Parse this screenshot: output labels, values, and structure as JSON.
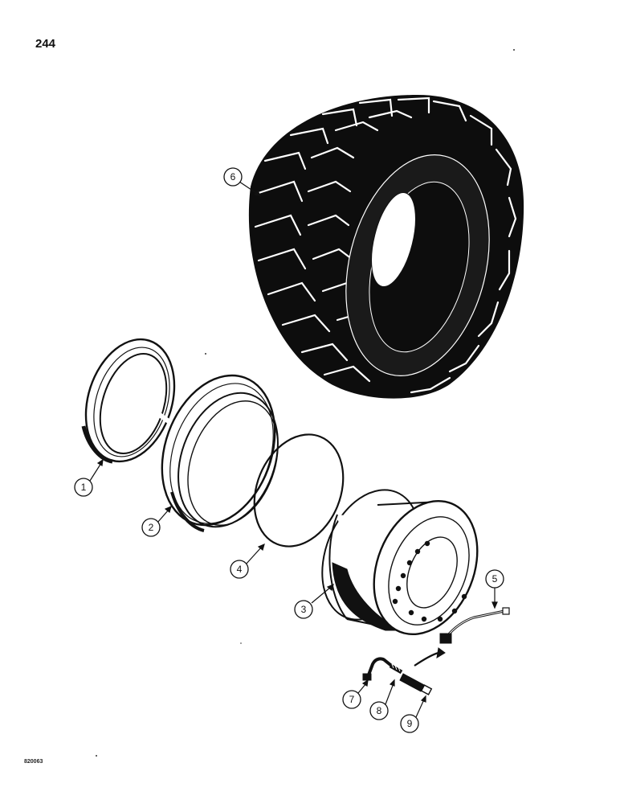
{
  "page": {
    "number": "244",
    "figure_code": "820063"
  },
  "callouts": [
    {
      "label": "1",
      "part": "lock-ring"
    },
    {
      "label": "2",
      "part": "side-ring"
    },
    {
      "label": "3",
      "part": "wheel-rim"
    },
    {
      "label": "4",
      "part": "o-ring"
    },
    {
      "label": "5",
      "part": "valve-extension"
    },
    {
      "label": "6",
      "part": "tire"
    },
    {
      "label": "7",
      "part": "valve-elbow"
    },
    {
      "label": "8",
      "part": "valve-stem"
    },
    {
      "label": "9",
      "part": "valve-cap"
    }
  ],
  "colors": {
    "ink": "#111111",
    "paper": "#ffffff"
  }
}
